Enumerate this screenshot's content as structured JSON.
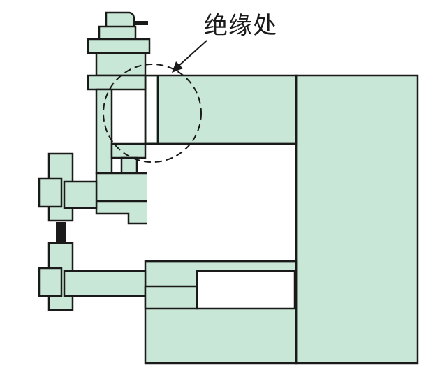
{
  "callout": {
    "label": "绝缘处"
  },
  "colors": {
    "fill": "#c9e7d6",
    "stroke": "#1a1a1a",
    "background": "#ffffff"
  },
  "marks": {
    "dashed_circle": "dashed",
    "leader_arrow": "arrow"
  }
}
